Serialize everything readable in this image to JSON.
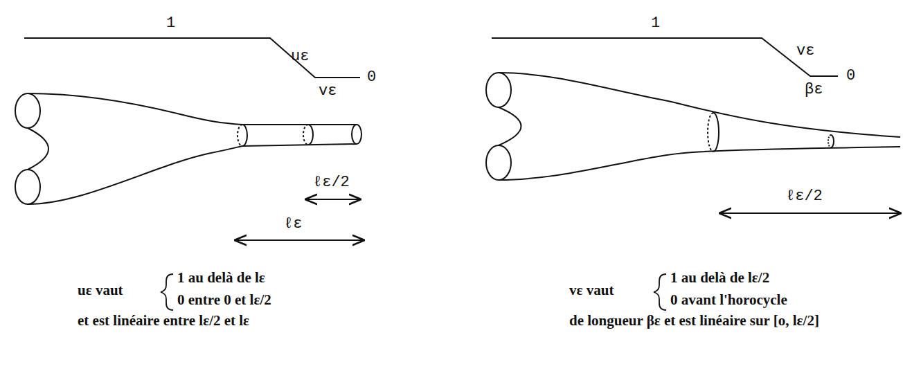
{
  "diagram": {
    "labels": [
      "1",
      "uε",
      "vε",
      "0",
      "ℓε/2",
      "ℓε",
      "uε vaut",
      "1 au delà de lε",
      "0 entre 0 et lε/2",
      "et est linéaire entre lε/2 et lε",
      "1",
      "vε",
      "βε",
      "0",
      "ℓε/2",
      "vε vaut",
      "1 au delà de lε/2",
      "0 avant l'horocycle",
      "de longueur βε et est linéaire sur [o, lε/2]"
    ]
  }
}
